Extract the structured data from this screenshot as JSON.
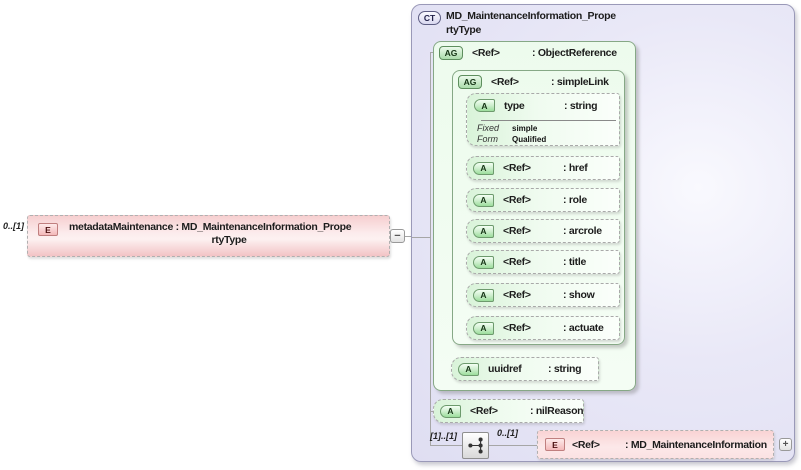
{
  "root_element": {
    "cardinality": "0..[1]",
    "badge": "E",
    "label_line1": "metadataMaintenance : MD_MaintenanceInformation_Prope",
    "label_line2": "rtyType"
  },
  "icons": {
    "collapse_glyph": "−",
    "expand_glyph": "+",
    "sequence_icon": "sequence-model-icon"
  },
  "complex_type": {
    "badge": "CT",
    "title_line1": "MD_MaintenanceInformation_Prope",
    "title_line2": "rtyType",
    "object_reference": {
      "badge": "AG",
      "ref": "<Ref>",
      "type": ": ObjectReference",
      "simple_link": {
        "badge": "AG",
        "ref": "<Ref>",
        "type": ": simpleLink",
        "type_attribute": {
          "badge": "A",
          "name": "type",
          "type": ": string",
          "fixed_label": "Fixed",
          "fixed_value": "simple",
          "form_label": "Form",
          "form_value": "Qualified"
        },
        "ref_attributes": [
          {
            "badge": "A",
            "ref": "<Ref>",
            "type": ": href"
          },
          {
            "badge": "A",
            "ref": "<Ref>",
            "type": ": role"
          },
          {
            "badge": "A",
            "ref": "<Ref>",
            "type": ": arcrole"
          },
          {
            "badge": "A",
            "ref": "<Ref>",
            "type": ": title"
          },
          {
            "badge": "A",
            "ref": "<Ref>",
            "type": ": show"
          },
          {
            "badge": "A",
            "ref": "<Ref>",
            "type": ": actuate"
          }
        ]
      },
      "uuidref_attribute": {
        "badge": "A",
        "name": "uuidref",
        "type": ": string"
      }
    },
    "nil_reason": {
      "badge": "A",
      "ref": "<Ref>",
      "type": ": nilReason"
    },
    "sequence": {
      "left_cardinality": "[1]..[1]",
      "right_cardinality": "0..[1]",
      "element": {
        "badge": "E",
        "ref": "<Ref>",
        "type": ": MD_MaintenanceInformation"
      }
    }
  },
  "colors": {
    "element_pink": "#f6cfd0",
    "attribute_green": "#d9f3d9",
    "complex_type_lavender": "#e5e4f5",
    "connector_gray": "#a6a6a6"
  }
}
